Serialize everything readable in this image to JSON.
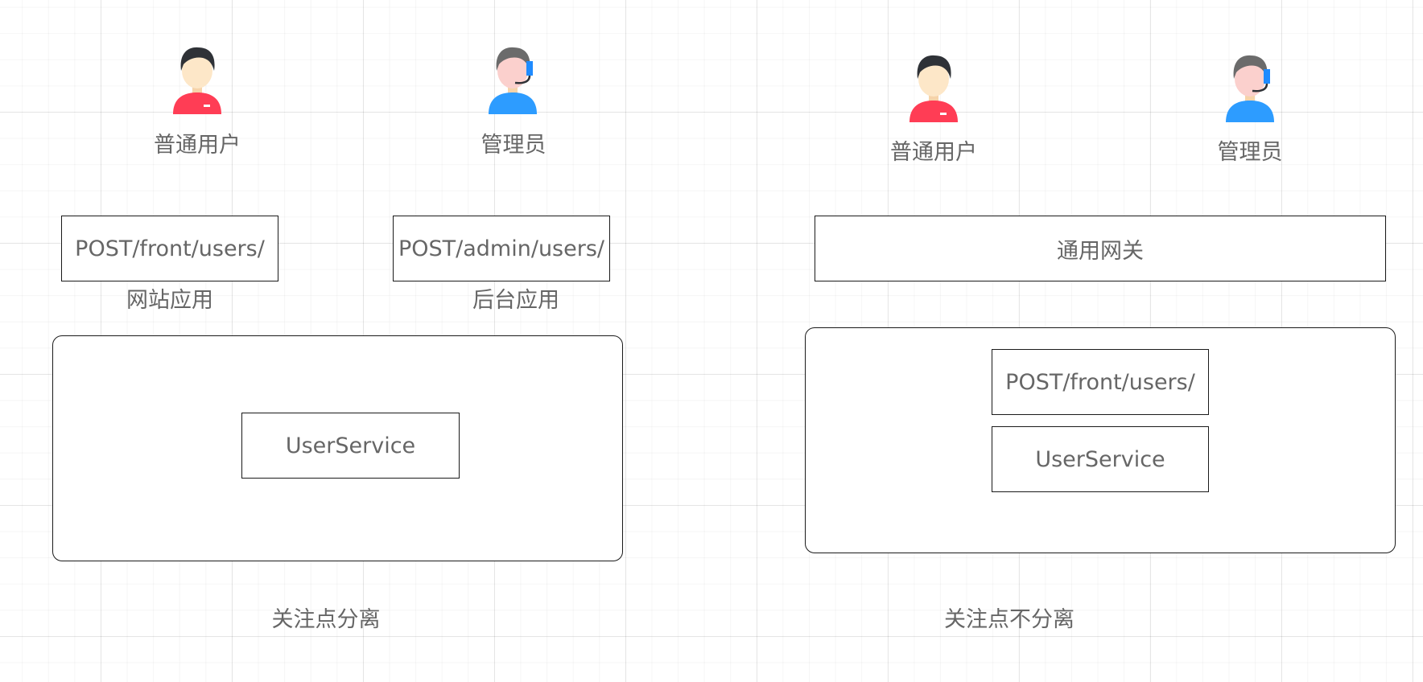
{
  "left": {
    "user_label": "普通用户",
    "admin_label": "管理员",
    "front_endpoint": "POST/front/users/",
    "admin_endpoint": "POST/admin/users/",
    "front_app_label": "网站应用",
    "admin_app_label": "后台应用",
    "service_label": "UserService",
    "caption": "关注点分离"
  },
  "right": {
    "user_label": "普通用户",
    "admin_label": "管理员",
    "gateway_label": "通用网关",
    "front_endpoint": "POST/front/users/",
    "service_label": "UserService",
    "caption": "关注点不分离"
  },
  "icons": {
    "user": "user-avatar-icon",
    "admin": "admin-headset-avatar-icon"
  },
  "colors": {
    "user_shirt": "#ff3d55",
    "admin_shirt": "#2d9cff",
    "hair": "#2f3237",
    "admin_hair": "#6b6b6b",
    "skin": "#fde7c8",
    "headset": "#1f8bff",
    "border": "#1a1a1a",
    "text": "#666666"
  }
}
